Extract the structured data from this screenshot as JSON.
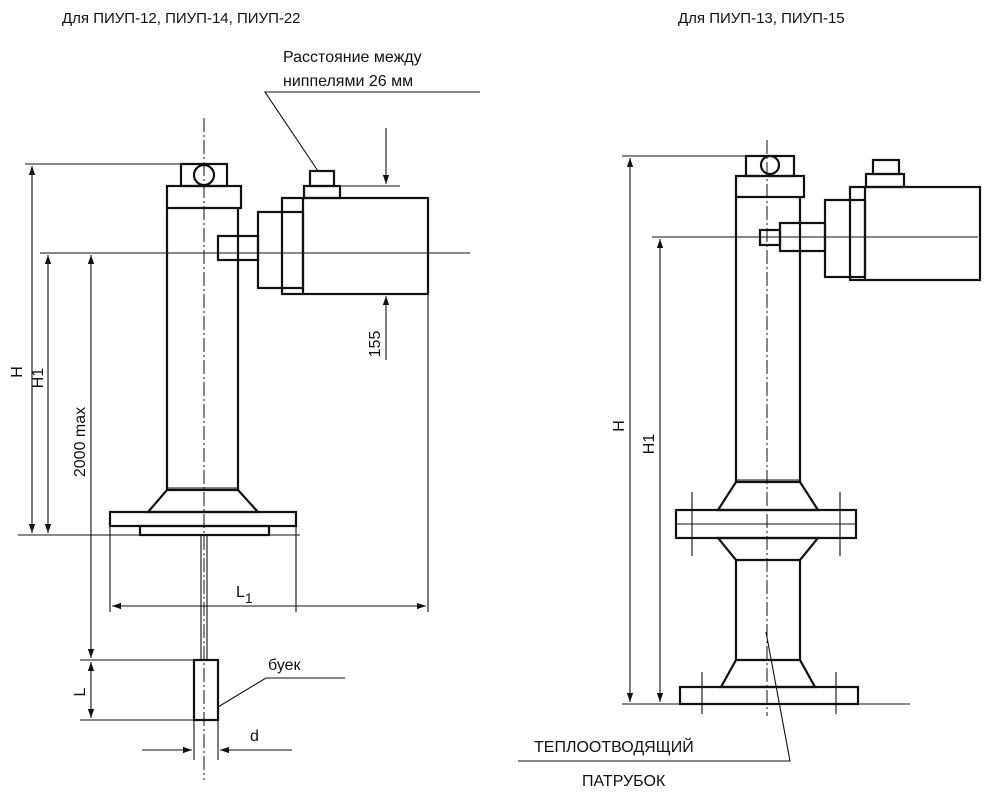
{
  "left_view": {
    "heading": "Для ПИУП-12, ПИУП-14, ПИУП-22",
    "callout_line1": "Расстояние между",
    "callout_line2": "ниппелями 26 мм",
    "dim_H": "H",
    "dim_H1": "H1",
    "dim_2000": "2000 max",
    "dim_155": "155",
    "dim_L1_main": "L",
    "dim_L1_sub": "1",
    "dim_L": "L",
    "dim_d": "d",
    "float_label": "буек"
  },
  "right_view": {
    "heading": "Для ПИУП-13, ПИУП-15",
    "dim_H": "H",
    "dim_H1": "H1",
    "pipe_label_line1": "ТЕПЛООТВОДЯЩИЙ",
    "pipe_label_line2": "ПАТРУБОК"
  }
}
